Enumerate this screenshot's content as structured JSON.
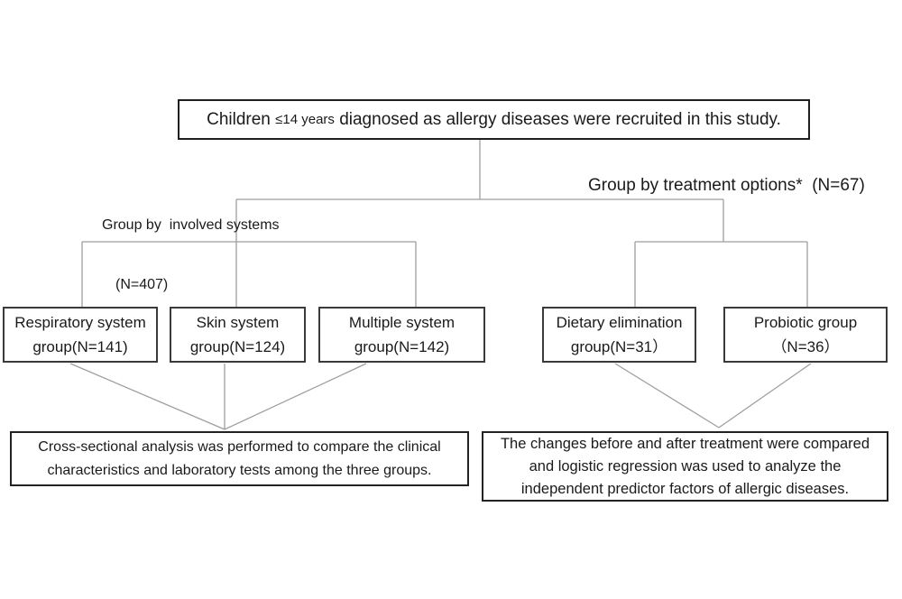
{
  "diagram": {
    "recruitment": {
      "seg1": "Children ",
      "seg2": "≤14 years",
      "seg3": " diagnosed as allergy diseases were recruited in this study."
    },
    "left_branch": {
      "label_line1": "Group by  involved systems",
      "label_line2": "(N=407)"
    },
    "right_branch": {
      "label": "Group by treatment options*  (N=67)"
    },
    "group_boxes": [
      {
        "lines": [
          "Respiratory system",
          "group(N=141)"
        ]
      },
      {
        "lines": [
          "Skin system",
          "group(N=124)"
        ]
      },
      {
        "lines": [
          "Multiple system",
          "group(N=142)"
        ]
      },
      {
        "lines": [
          "Dietary elimination",
          "group(N=31）"
        ]
      },
      {
        "lines": [
          "Probiotic group",
          "（N=36）"
        ]
      }
    ],
    "outcomes": {
      "left": {
        "lines": [
          "Cross-sectional analysis was performed to compare the clinical",
          "characteristics and laboratory tests among the three groups."
        ]
      },
      "right": {
        "lines": [
          "The changes before and after treatment were compared",
          "and logistic regression was used to analyze the",
          "independent predictor factors of allergic diseases."
        ]
      }
    },
    "colors": {
      "connector_line": "#9e9e9e",
      "box_border": "#222222",
      "group_box_border": "#3a3a3a",
      "text": "#1a1a1a",
      "background": "#ffffff"
    }
  }
}
